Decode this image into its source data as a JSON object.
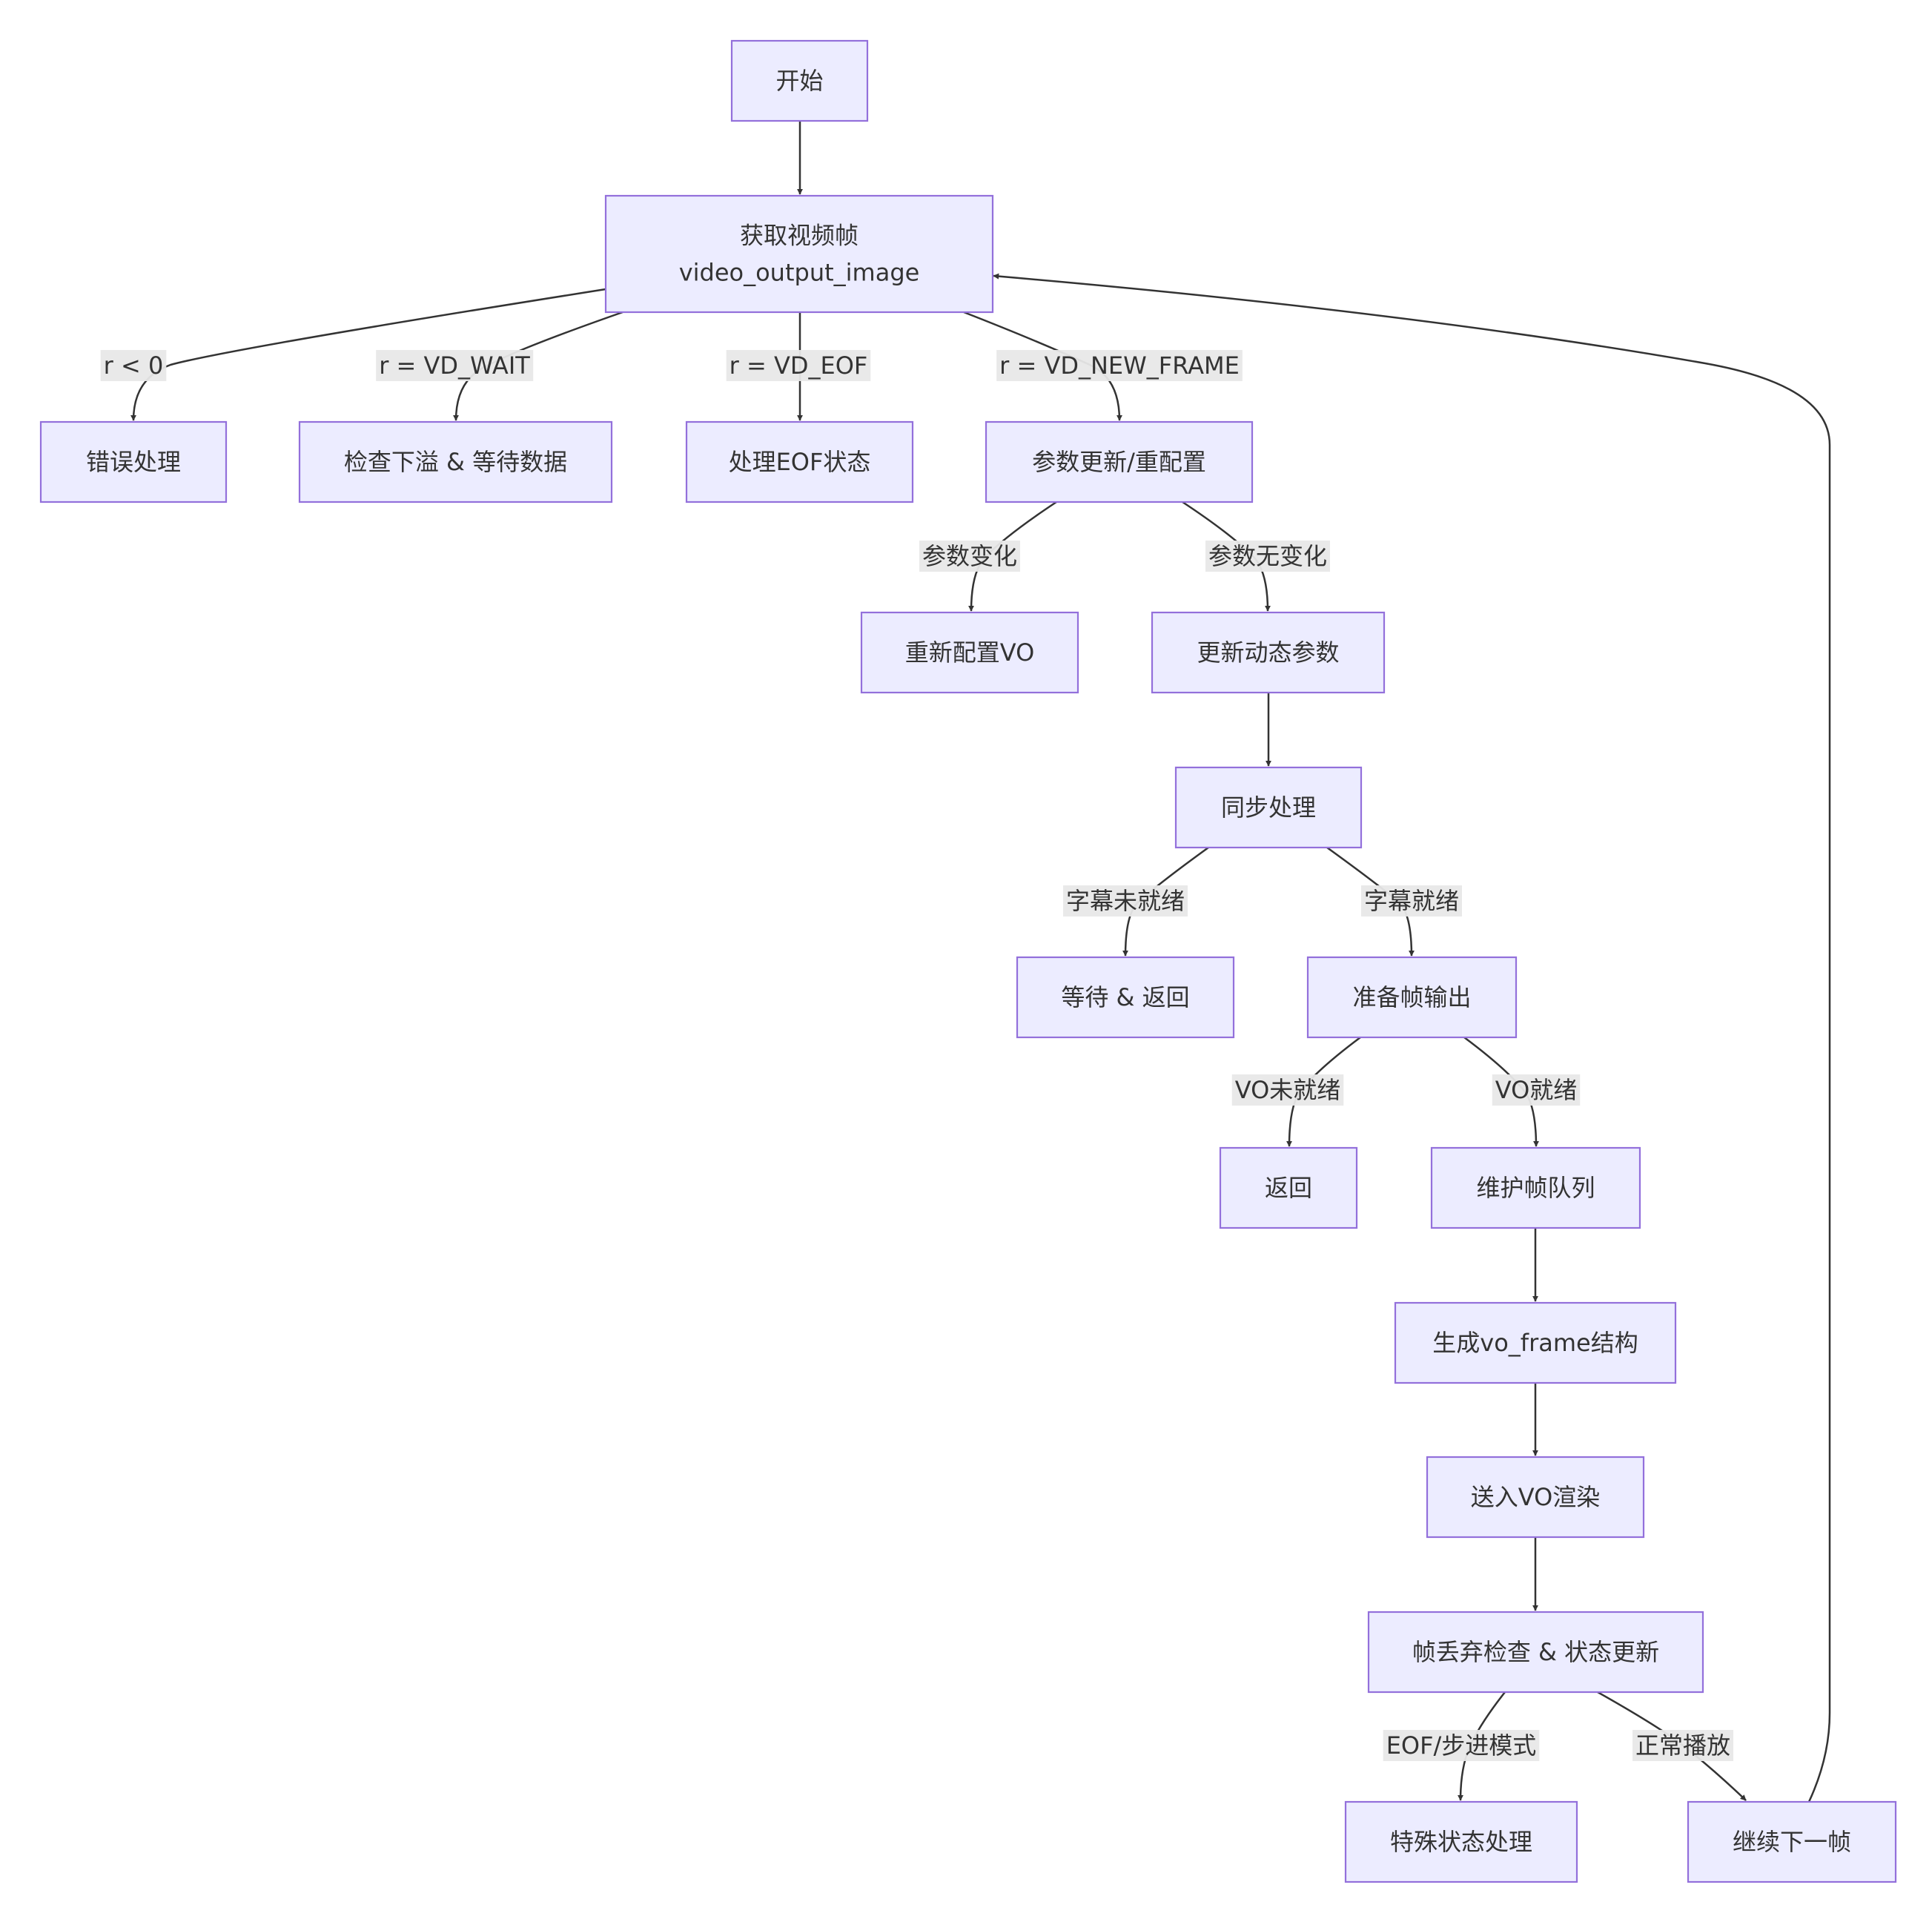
{
  "colors": {
    "node_fill": "#ECECFF",
    "node_border": "#9370DB",
    "edge": "#333333",
    "text": "#333333",
    "edge_label_bg": "#E8E8E8"
  },
  "nodes": {
    "start": {
      "lines": [
        "开始"
      ]
    },
    "get_frame": {
      "lines": [
        "获取视频帧",
        "video_output_image"
      ]
    },
    "error": {
      "lines": [
        "错误处理"
      ]
    },
    "wait": {
      "lines": [
        "检查下溢 & 等待数据"
      ]
    },
    "eof": {
      "lines": [
        "处理EOF状态"
      ]
    },
    "params": {
      "lines": [
        "参数更新/重配置"
      ]
    },
    "reconfig": {
      "lines": [
        "重新配置VO"
      ]
    },
    "update": {
      "lines": [
        "更新动态参数"
      ]
    },
    "sync": {
      "lines": [
        "同步处理"
      ]
    },
    "wait_return": {
      "lines": [
        "等待 & 返回"
      ]
    },
    "prepare": {
      "lines": [
        "准备帧输出"
      ]
    },
    "return": {
      "lines": [
        "返回"
      ]
    },
    "queue": {
      "lines": [
        "维护帧队列"
      ]
    },
    "gen": {
      "lines": [
        "生成vo_frame结构"
      ]
    },
    "render": {
      "lines": [
        "送入VO渲染"
      ]
    },
    "drop": {
      "lines": [
        "帧丢弃检查 & 状态更新"
      ]
    },
    "special": {
      "lines": [
        "特殊状态处理"
      ]
    },
    "next": {
      "lines": [
        "继续下一帧"
      ]
    }
  },
  "edges": [
    {
      "from": "start",
      "to": "get_frame",
      "label": ""
    },
    {
      "from": "get_frame",
      "to": "error",
      "label": "r < 0"
    },
    {
      "from": "get_frame",
      "to": "wait",
      "label": "r = VD_WAIT"
    },
    {
      "from": "get_frame",
      "to": "eof",
      "label": "r = VD_EOF"
    },
    {
      "from": "get_frame",
      "to": "params",
      "label": "r = VD_NEW_FRAME"
    },
    {
      "from": "params",
      "to": "reconfig",
      "label": "参数变化"
    },
    {
      "from": "params",
      "to": "update",
      "label": "参数无变化"
    },
    {
      "from": "update",
      "to": "sync",
      "label": ""
    },
    {
      "from": "sync",
      "to": "wait_return",
      "label": "字幕未就绪"
    },
    {
      "from": "sync",
      "to": "prepare",
      "label": "字幕就绪"
    },
    {
      "from": "prepare",
      "to": "return",
      "label": "VO未就绪"
    },
    {
      "from": "prepare",
      "to": "queue",
      "label": "VO就绪"
    },
    {
      "from": "queue",
      "to": "gen",
      "label": ""
    },
    {
      "from": "gen",
      "to": "render",
      "label": ""
    },
    {
      "from": "render",
      "to": "drop",
      "label": ""
    },
    {
      "from": "drop",
      "to": "special",
      "label": "EOF/步进模式"
    },
    {
      "from": "drop",
      "to": "next",
      "label": "正常播放"
    },
    {
      "from": "next",
      "to": "get_frame",
      "label": ""
    }
  ]
}
